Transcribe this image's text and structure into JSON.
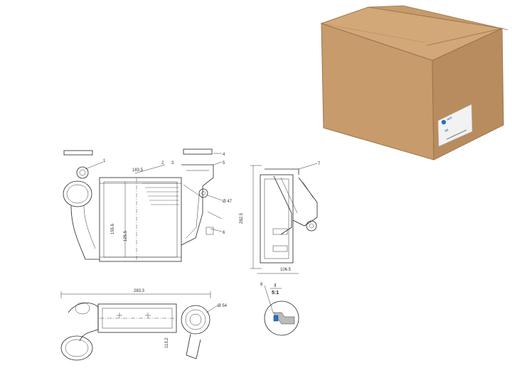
{
  "product_box": {
    "label_brand": "NRF",
    "label_code": "VS",
    "box_color": "#c69b6d",
    "label_accent": "#2a6fc9"
  },
  "drawing_labels": {
    "top_view": {
      "callout_1": "1",
      "callout_2": "2",
      "callout_3": "3",
      "callout_4": "4",
      "callout_5": "5",
      "callout_6": "6",
      "dim_width": "183.5",
      "dim_height": "155.6",
      "dim_core": "125.5",
      "dim_port": "Ø 47"
    },
    "side_view": {
      "dim_height": "282.5",
      "dim_depth": "106.5",
      "callout_7": "7"
    },
    "bottom_view": {
      "dim_length": "283.3",
      "dim_port": "Ø 54",
      "dim_side": "113.2"
    },
    "detail_view": {
      "name": "I",
      "scale": "5:1",
      "callout": "8"
    }
  }
}
